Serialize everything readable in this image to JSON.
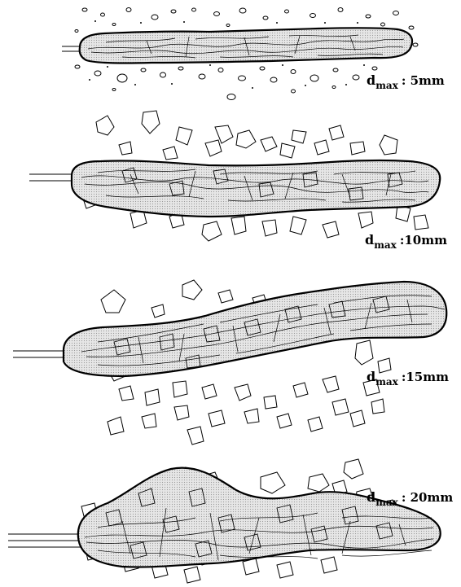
{
  "panels": [
    {
      "id": "p1",
      "label_sub": "max",
      "label_value": ": 5mm"
    },
    {
      "id": "p2",
      "label_sub": "max",
      "label_value": ":10mm"
    },
    {
      "id": "p3",
      "label_sub": "max",
      "label_value": ":15mm"
    },
    {
      "id": "p4",
      "label_sub": "max",
      "label_value": ": 20mm"
    }
  ],
  "label_prefix": "d"
}
